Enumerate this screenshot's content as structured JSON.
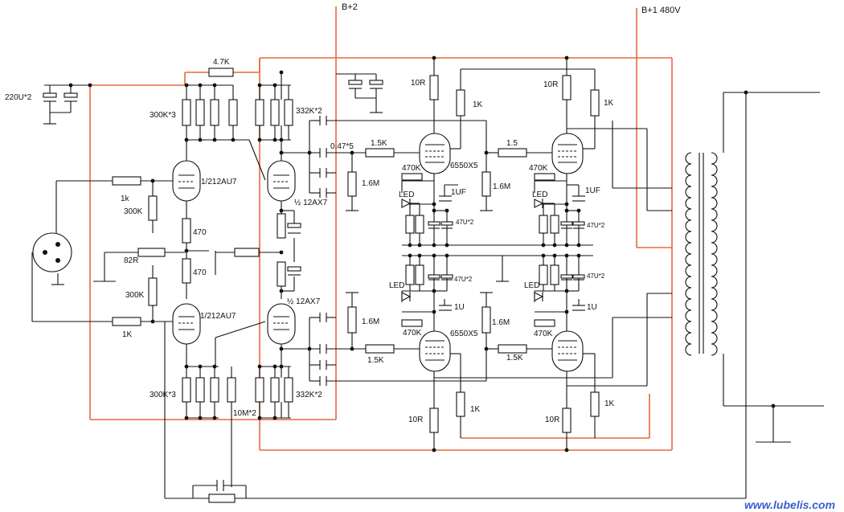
{
  "rails": {
    "b2": "B+2",
    "b1": "B+1  480V"
  },
  "colors": {
    "wire": "#111111",
    "supply_wire": "#e8683a",
    "watermark": "#3a5fcf"
  },
  "input": {
    "cap_label": "220U*2",
    "r_series_top": "1k",
    "r_series_bottom": "1K",
    "r_shunt": "82R"
  },
  "driver": {
    "tube_top": "1/212AU7",
    "tube_bottom": "1/212AU7",
    "tube_right_top": "½ 12AX7",
    "tube_right_bottom": "½ 12AX7",
    "r_plate_top": "300K*3",
    "r_plate_bottom": "300K*3",
    "r_grid_top": "300K",
    "r_grid_bottom": "300K",
    "r_cathode_top": "470",
    "r_cathode_bottom": "470",
    "r_feed": "4.7K",
    "r_load_top": "332K*2",
    "r_load_bottom": "332K*2",
    "r_bottom_grid": "10M*2"
  },
  "output": {
    "coupling_cap": "0.47*5",
    "tube": "6550X5",
    "r_grid_stop_a": "1.5K",
    "r_grid_stop_b": "1.5",
    "r_grid_stop_c": "1.5K",
    "r_grid_stop_d": "1.5K",
    "r_grid_leak": "1.6M",
    "r_screen": "10R",
    "r_plate": "1K",
    "r_bias": "470K",
    "led": "LED",
    "cap_bias_a": "1UF",
    "cap_bias_b": "1U",
    "cap_cathode": "47U*2"
  },
  "watermark": "www.lubelis.com"
}
